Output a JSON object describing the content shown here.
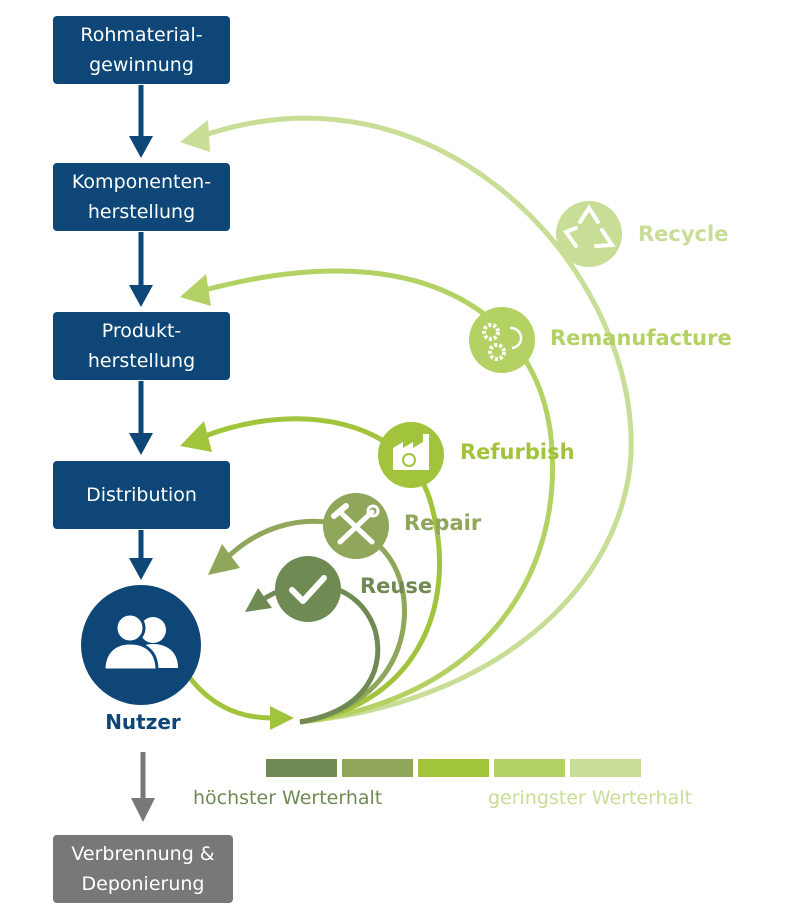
{
  "stages": [
    {
      "id": "rohmaterial",
      "lines": [
        "Rohmaterial-",
        "gewinnung"
      ]
    },
    {
      "id": "komponenten",
      "lines": [
        "Komponenten-",
        "herstellung"
      ]
    },
    {
      "id": "produkt",
      "lines": [
        "Produkt-",
        "herstellung"
      ]
    },
    {
      "id": "distribution",
      "lines": [
        "Distribution"
      ]
    }
  ],
  "user": {
    "label": "Nutzer",
    "icon": "users-icon"
  },
  "end_stage": {
    "lines": [
      "Verbrennung &",
      "Deponierung"
    ]
  },
  "loops": [
    {
      "id": "reuse",
      "label": "Reuse",
      "icon": "checkmark-icon",
      "color": "#6f8a52"
    },
    {
      "id": "repair",
      "label": "Repair",
      "icon": "tools-icon",
      "color": "#8fa65b"
    },
    {
      "id": "refurbish",
      "label": "Refurbish",
      "icon": "factory-icon",
      "color": "#a2c43c"
    },
    {
      "id": "remanufacture",
      "label": "Remanufacture",
      "icon": "gears-icon",
      "color": "#add05a"
    },
    {
      "id": "recycle",
      "label": "Recycle",
      "icon": "recycle-icon",
      "color": "#c8dd96"
    }
  ],
  "legend": {
    "left_label": "höchster Werterhalt",
    "right_label": "geringster Werterhalt",
    "colors": [
      "#6f8a52",
      "#8fa65b",
      "#a2c43c",
      "#b4d263",
      "#c8dd96"
    ]
  },
  "colors": {
    "primary": "#0d4677",
    "end": "#76787a"
  }
}
